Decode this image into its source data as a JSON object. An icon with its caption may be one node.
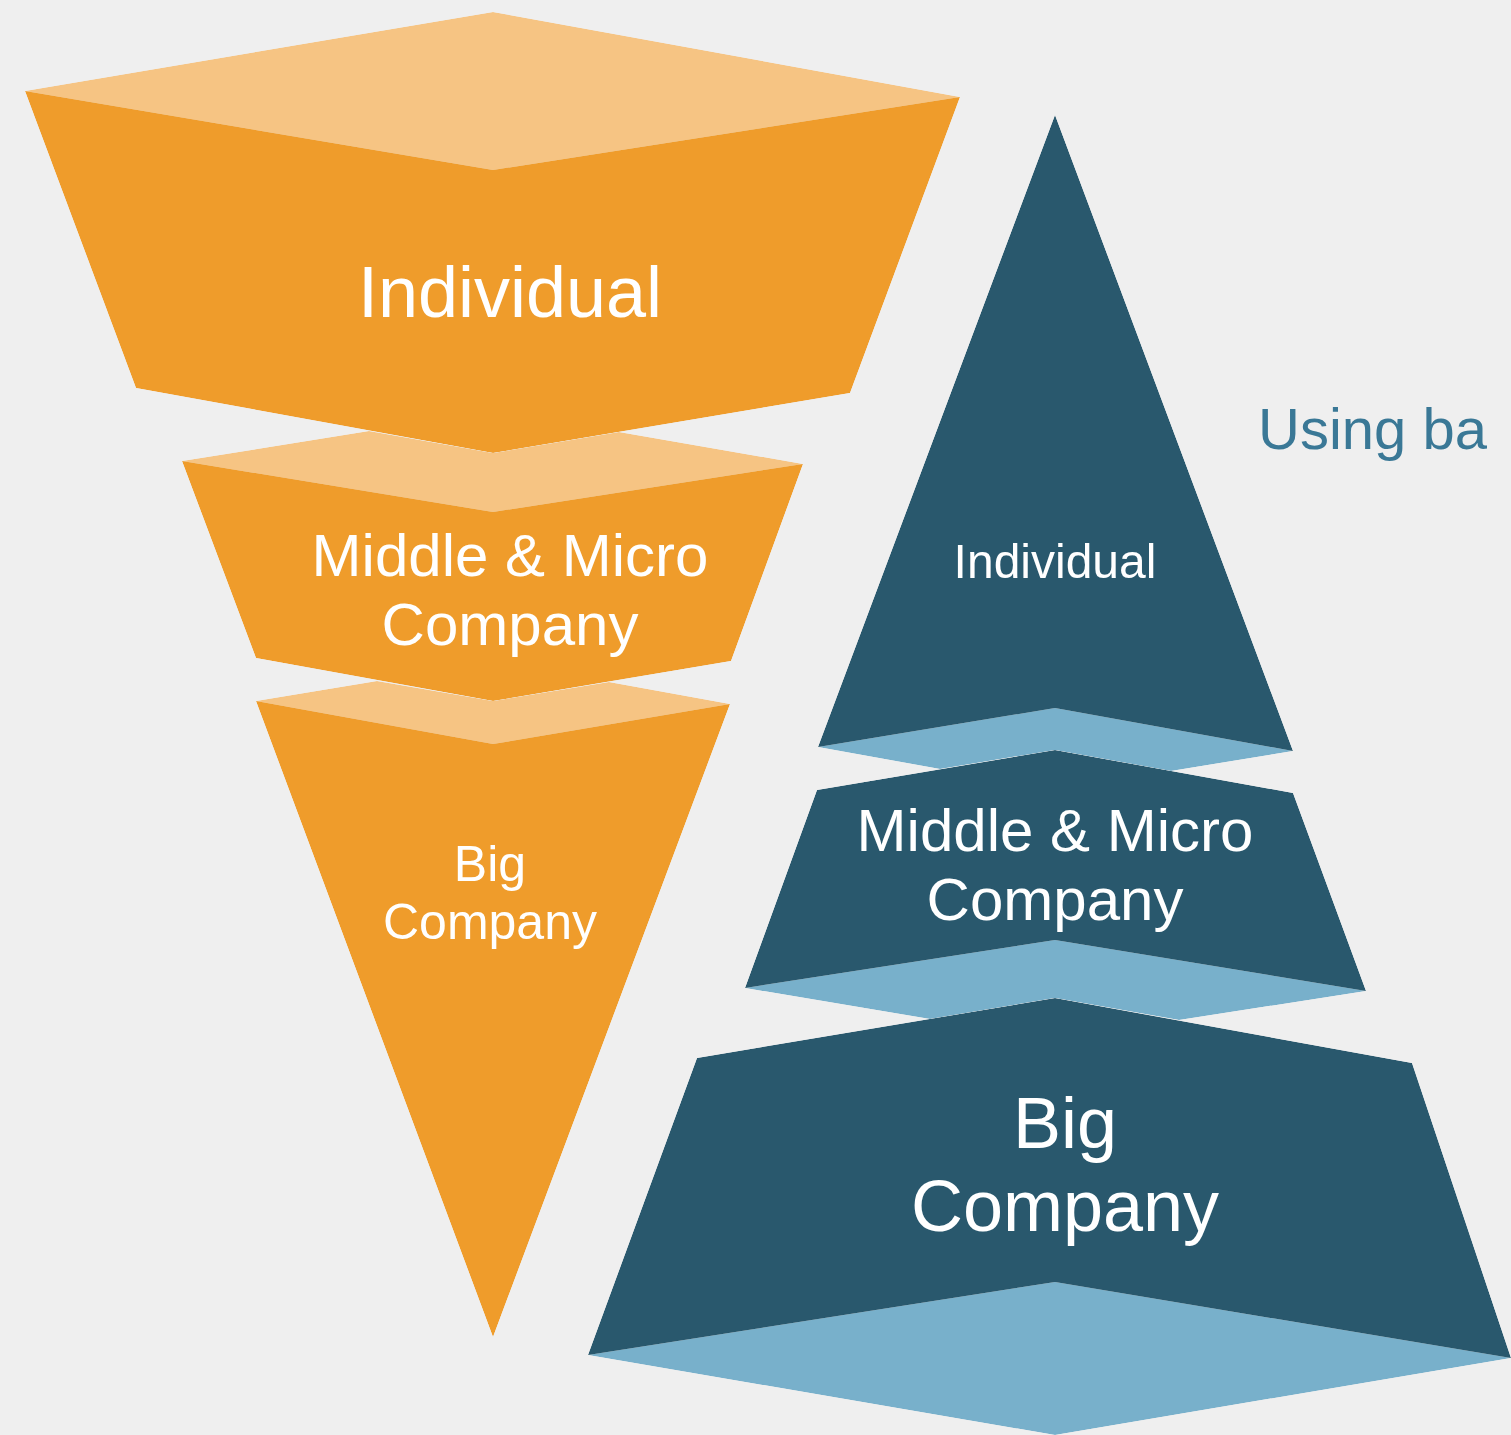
{
  "diagram": {
    "nodes": [
      {
        "text": [
          "Individual"
        ]
      },
      {
        "text": [
          "Middle & Micro Company"
        ]
      },
      {
        "text": [
          "Big Company"
        ]
      },
      {
        "text": [
          "Individual"
        ]
      },
      {
        "text": [
          "Middle & Micro Company"
        ]
      },
      {
        "text": [
          "Big Company"
        ]
      }
    ],
    "labels": [
      "Using ba"
    ]
  }
}
